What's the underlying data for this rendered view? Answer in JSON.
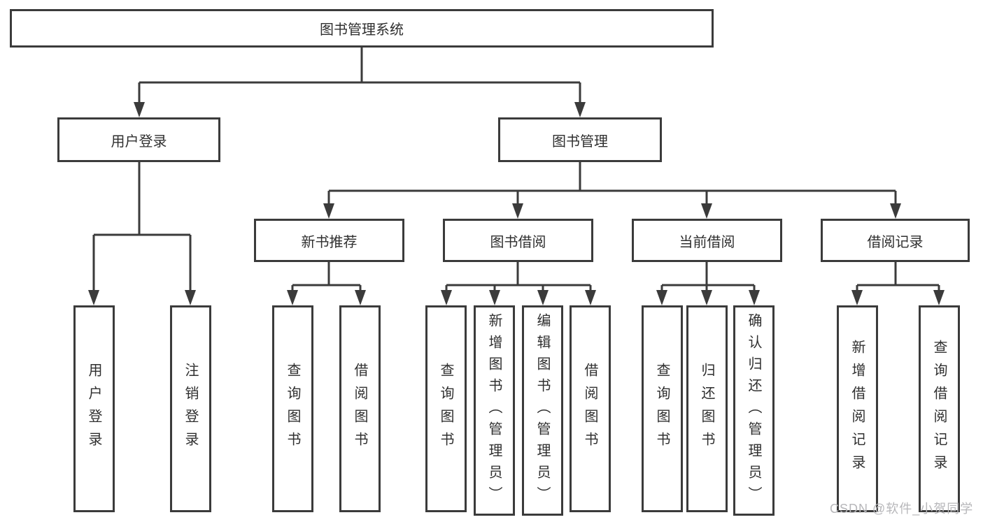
{
  "title": {
    "label": "图书管理系统"
  },
  "branches": {
    "login": {
      "label": "用户登录",
      "children": {
        "login": {
          "label": "用户登录"
        },
        "logout": {
          "label": "注销登录"
        }
      }
    },
    "management": {
      "label": "图书管理",
      "children": {
        "newbook": {
          "label": "新书推荐",
          "children": {
            "query": {
              "label": "查询图书"
            },
            "borrow": {
              "label": "借阅图书"
            }
          }
        },
        "borrowing": {
          "label": "图书借阅",
          "children": {
            "query": {
              "label": "查询图书"
            },
            "add": {
              "label": "新增图书（管理员）"
            },
            "edit": {
              "label": "编辑图书（管理员）"
            },
            "borrow": {
              "label": "借阅图书"
            }
          }
        },
        "current": {
          "label": "当前借阅",
          "children": {
            "query": {
              "label": "查询图书"
            },
            "return": {
              "label": "归还图书"
            },
            "confirm": {
              "label": "确认归还（管理员）"
            }
          }
        },
        "records": {
          "label": "借阅记录",
          "children": {
            "add": {
              "label": "新增借阅记录"
            },
            "query": {
              "label": "查询借阅记录"
            }
          }
        }
      }
    }
  },
  "watermark": {
    "label": "CSDN @软件_小贺同学"
  },
  "colors": {
    "line": "#3b3b3b",
    "text": "#2f2f2f",
    "watermark": "#b7b7ba",
    "background": "#ffffff"
  }
}
